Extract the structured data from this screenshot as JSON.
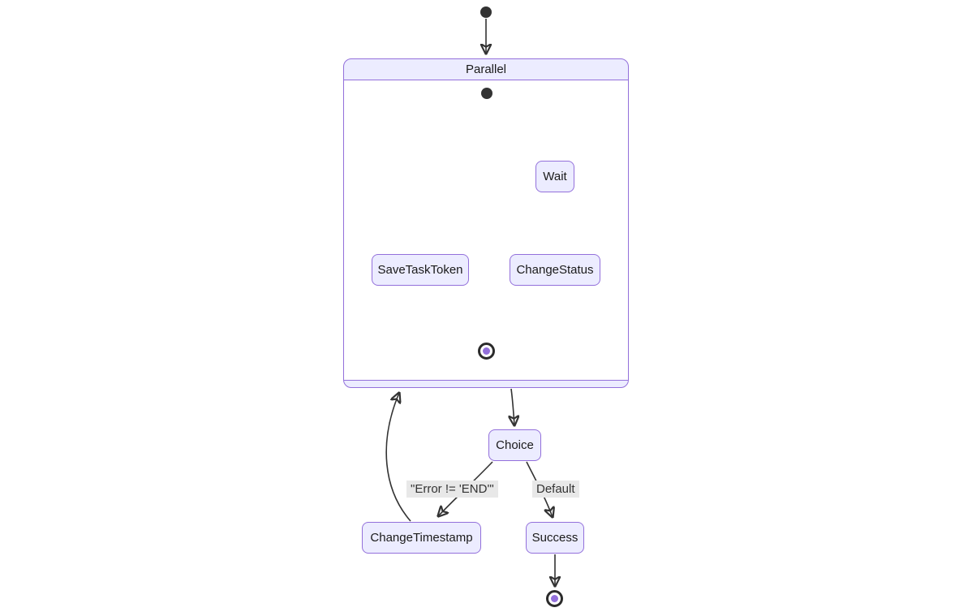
{
  "diagram": {
    "type": "state-diagram",
    "nodes": {
      "parallel": {
        "label": "Parallel",
        "kind": "composite"
      },
      "wait": {
        "label": "Wait",
        "kind": "state"
      },
      "save_task_token": {
        "label": "SaveTaskToken",
        "kind": "state"
      },
      "change_status": {
        "label": "ChangeStatus",
        "kind": "state"
      },
      "choice": {
        "label": "Choice",
        "kind": "state"
      },
      "change_timestamp": {
        "label": "ChangeTimestamp",
        "kind": "state"
      },
      "success": {
        "label": "Success",
        "kind": "state"
      }
    },
    "edge_labels": {
      "error_condition": "\"Error != 'END'\"",
      "default": "Default"
    },
    "edges": [
      {
        "from": "start",
        "to": "Parallel",
        "label": ""
      },
      {
        "from": "Parallel.start",
        "to": "SaveTaskToken",
        "label": ""
      },
      {
        "from": "Parallel.start",
        "to": "Wait",
        "label": ""
      },
      {
        "from": "Wait",
        "to": "ChangeStatus",
        "label": ""
      },
      {
        "from": "SaveTaskToken",
        "to": "Parallel.end",
        "label": ""
      },
      {
        "from": "ChangeStatus",
        "to": "Parallel.end",
        "label": ""
      },
      {
        "from": "Parallel",
        "to": "Choice",
        "label": ""
      },
      {
        "from": "Choice",
        "to": "ChangeTimestamp",
        "label": "\"Error != 'END'\""
      },
      {
        "from": "Choice",
        "to": "Success",
        "label": "Default"
      },
      {
        "from": "ChangeTimestamp",
        "to": "Parallel",
        "label": ""
      },
      {
        "from": "Success",
        "to": "end",
        "label": ""
      }
    ],
    "colors": {
      "node_fill": "#ECECFF",
      "node_border": "#9370DB",
      "edge_stroke": "#333333",
      "edge_label_bg": "#e8e8e8",
      "start_dot": "#333333",
      "final_ring": "#2b2b2b",
      "final_core": "#9370DB",
      "text": "#1a1a1a",
      "background": "#ffffff"
    }
  }
}
